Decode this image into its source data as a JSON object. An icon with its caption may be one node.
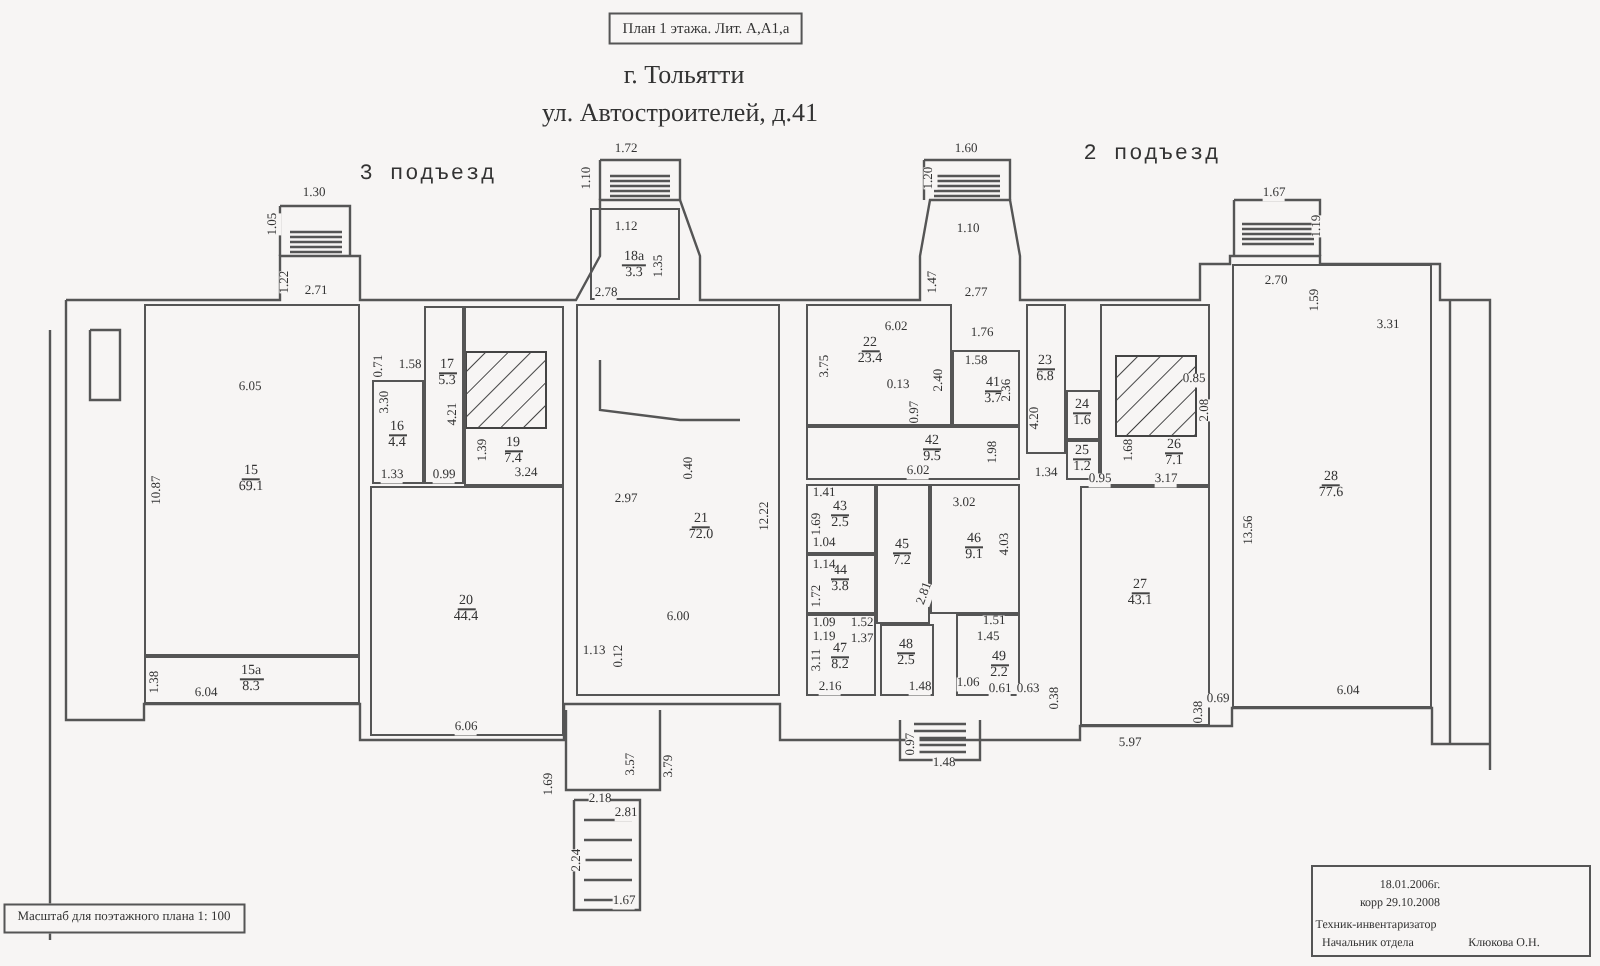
{
  "diagram": {
    "nodes": [
      {
        "text": [
          "15",
          "69.1"
        ]
      },
      {
        "text": [
          "15а",
          "8.3"
        ]
      },
      {
        "text": [
          "16",
          "4.4"
        ]
      },
      {
        "text": [
          "17",
          "5.3"
        ]
      },
      {
        "text": [
          "19",
          "7.4"
        ]
      },
      {
        "text": [
          "20",
          "44.4"
        ]
      },
      {
        "text": [
          "18а",
          "3.3"
        ]
      },
      {
        "text": [
          "21",
          "72.0"
        ]
      },
      {
        "text": [
          "22",
          "23.4"
        ]
      },
      {
        "text": [
          "41",
          "3.7"
        ]
      },
      {
        "text": [
          "42",
          "9.5"
        ]
      },
      {
        "text": [
          "43",
          "2.5"
        ]
      },
      {
        "text": [
          "44",
          "3.8"
        ]
      },
      {
        "text": [
          "45",
          "7.2"
        ]
      },
      {
        "text": [
          "46",
          "9.1"
        ]
      },
      {
        "text": [
          "47",
          "8.2"
        ]
      },
      {
        "text": [
          "48",
          "2.5"
        ]
      },
      {
        "text": [
          "49",
          "2.2"
        ]
      },
      {
        "text": [
          "23",
          "6.8"
        ]
      },
      {
        "text": [
          "24",
          "1.6"
        ]
      },
      {
        "text": [
          "25",
          "1.2"
        ]
      },
      {
        "text": [
          "26",
          "7.1"
        ]
      },
      {
        "text": [
          "27",
          "43.1"
        ]
      },
      {
        "text": [
          "28",
          "77.6"
        ]
      }
    ],
    "labels": [
      "План 1 этажа. Лит. А,А1,а",
      "г. Тольятти",
      "ул. Автостроителей, д.41",
      "3 подъезд",
      "2 подъезд",
      "1.30",
      "1.05",
      "1.22",
      "2.71",
      "6.05",
      "10.87",
      "1.38",
      "6.04",
      "1.58",
      "0.71",
      "3.30",
      "4.21",
      "1.39",
      "1.33",
      "0.99",
      "3.24",
      "6.06",
      "1.72",
      "1.10",
      "1.12",
      "1.35",
      "2.78",
      "3.75",
      "0.40",
      "2.97",
      "12.22",
      "6.00",
      "1.13",
      "0.12",
      "1.60",
      "1.20",
      "1.10",
      "1.47",
      "2.77",
      "6.02",
      "1.76",
      "1.58",
      "2.36",
      "2.40",
      "0.13",
      "0.97",
      "1.98",
      "4.20",
      "6.02",
      "1.34",
      "1.41",
      "3.02",
      "4.03",
      "1.69",
      "1.04",
      "1.14",
      "1.72",
      "1.09",
      "1.19",
      "1.52",
      "1.37",
      "3.11",
      "2.16",
      "1.48",
      "1.06",
      "1.51",
      "1.45",
      "0.61",
      "0.63",
      "0.38",
      "2.81",
      "1.67",
      "1.19",
      "2.70",
      "1.59",
      "3.31",
      "0.85",
      "2.08",
      "1.68",
      "0.95",
      "3.17",
      "13.56",
      "6.04",
      "0.69",
      "0.38",
      "5.97",
      "0.97",
      "1.48",
      "3.57",
      "3.79",
      "1.69",
      "2.18",
      "2.81",
      "2.24",
      "1.67",
      "Масштаб для поэтажного плана 1: 100",
      "18.01.2006г.",
      "корр 29.10.2008",
      "Техник-инвентаризатор",
      "Начальник отдела",
      "Клюкова О.Н."
    ]
  }
}
